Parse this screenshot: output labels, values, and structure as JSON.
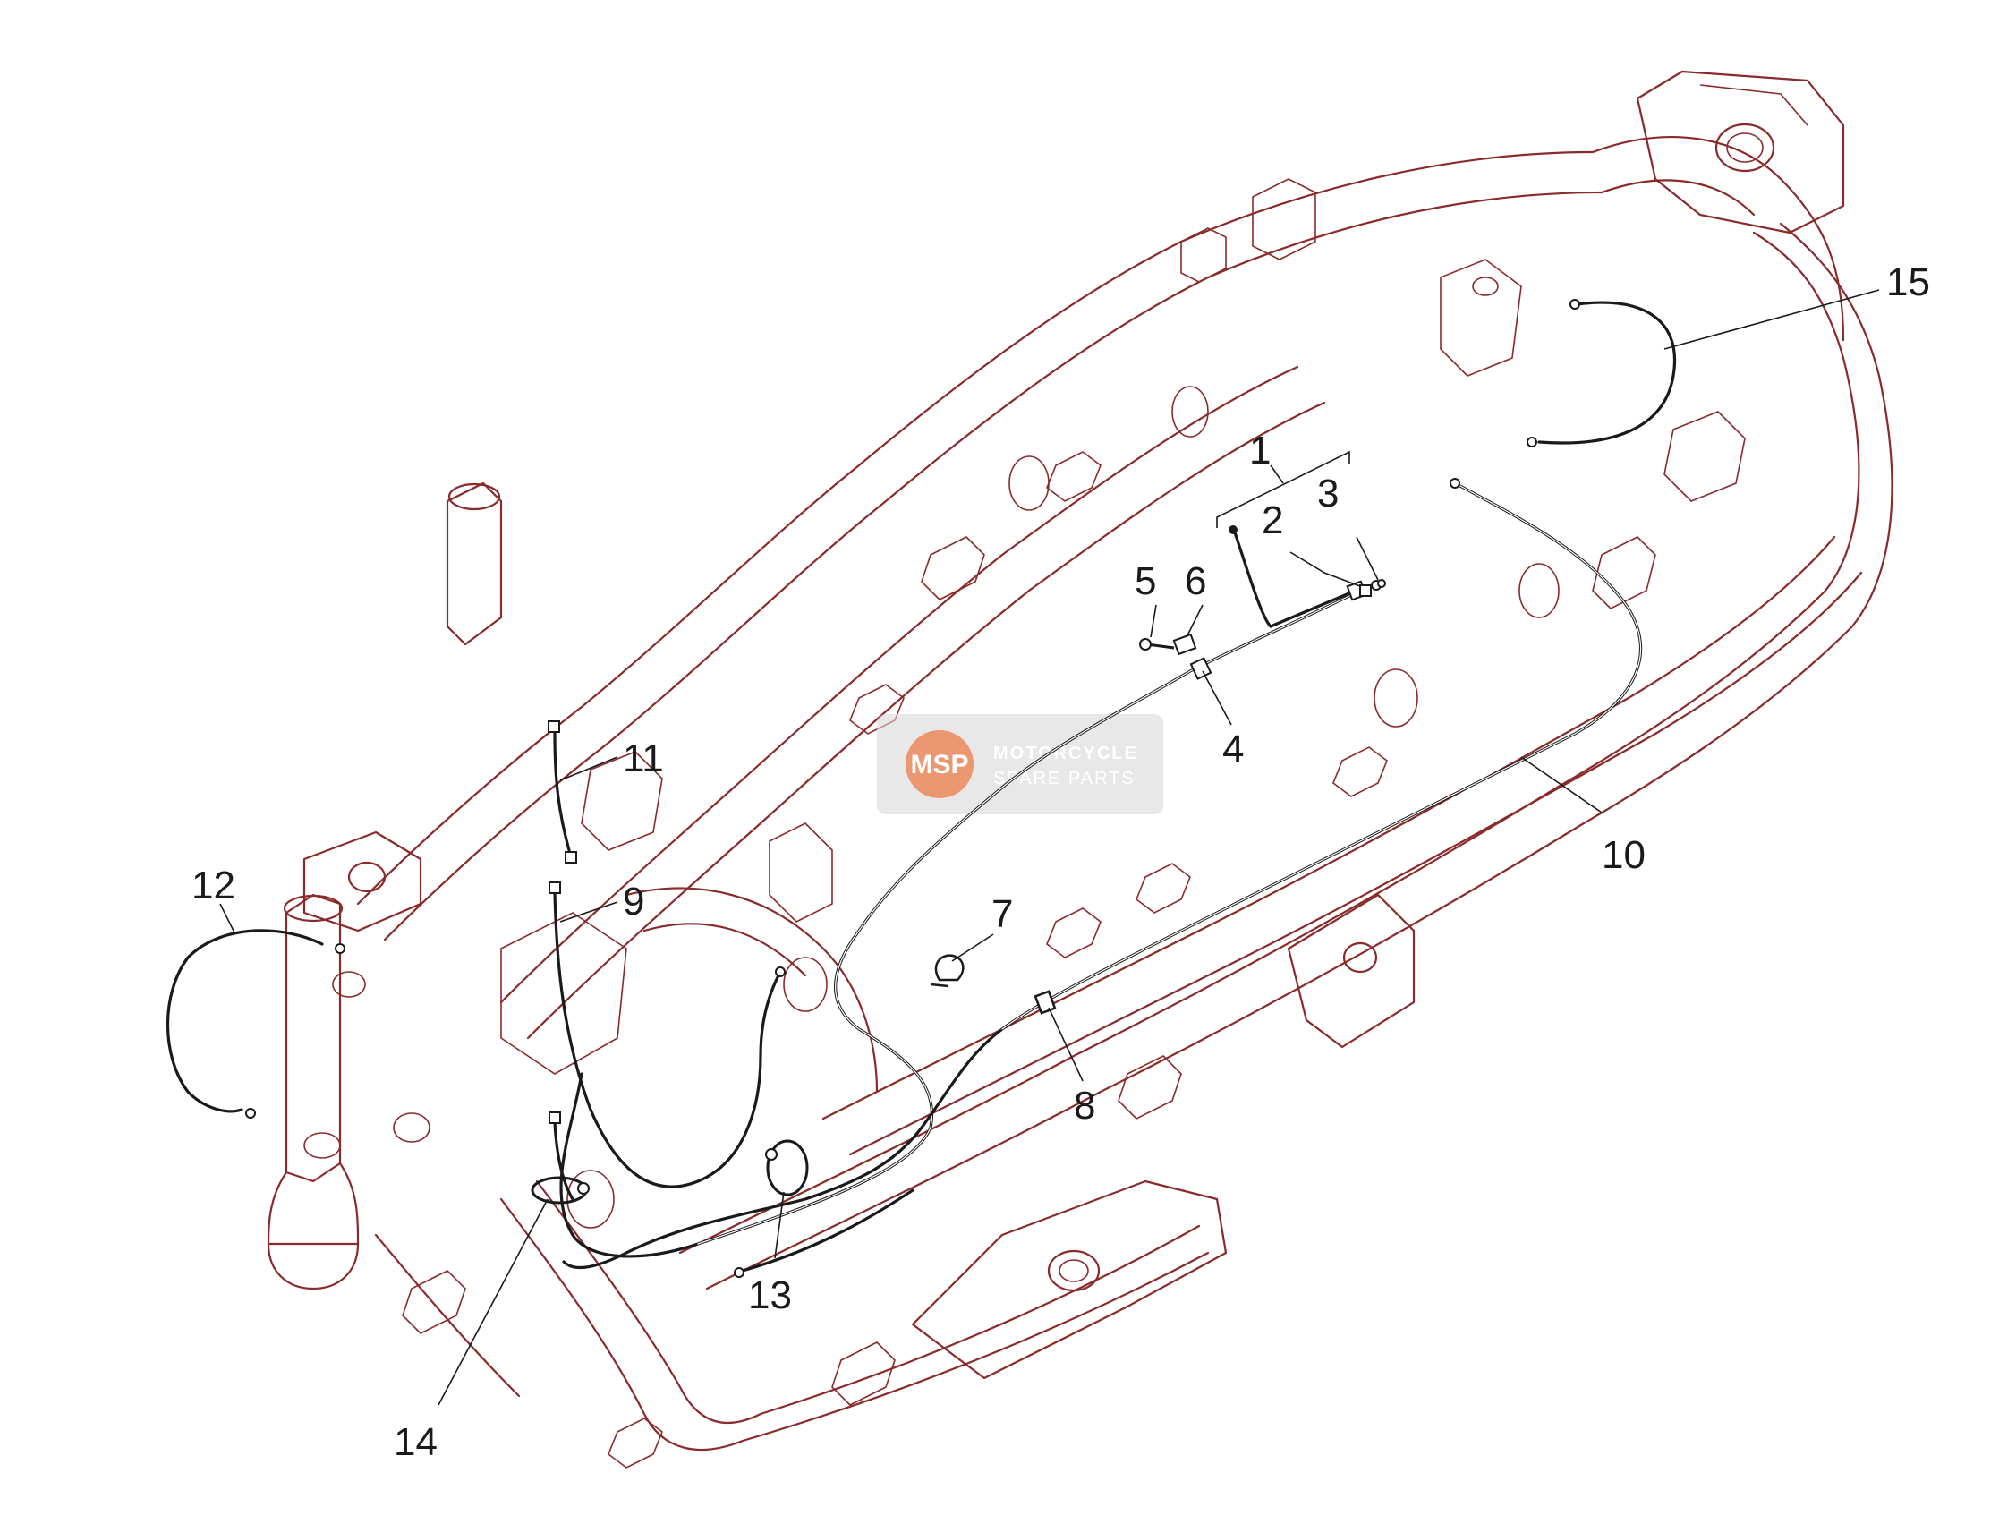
{
  "diagram": {
    "callouts": [
      {
        "id": "1",
        "label": "1"
      },
      {
        "id": "2",
        "label": "2"
      },
      {
        "id": "3",
        "label": "3"
      },
      {
        "id": "4",
        "label": "4"
      },
      {
        "id": "5",
        "label": "5"
      },
      {
        "id": "6",
        "label": "6"
      },
      {
        "id": "7",
        "label": "7"
      },
      {
        "id": "8",
        "label": "8"
      },
      {
        "id": "9",
        "label": "9"
      },
      {
        "id": "10",
        "label": "10"
      },
      {
        "id": "11",
        "label": "11"
      },
      {
        "id": "12",
        "label": "12"
      },
      {
        "id": "13",
        "label": "13"
      },
      {
        "id": "14",
        "label": "14"
      },
      {
        "id": "15",
        "label": "15"
      }
    ]
  },
  "watermark": {
    "logo_text": "MSP",
    "line1": "MOTORCYCLE",
    "line2": "SPARE PARTS",
    "accent_color": "#e8662a",
    "box_color": "#d9d9d9"
  },
  "colors": {
    "frame_stroke": "#8a2a2a",
    "cable_stroke": "#1a1a1a",
    "background": "#ffffff"
  }
}
